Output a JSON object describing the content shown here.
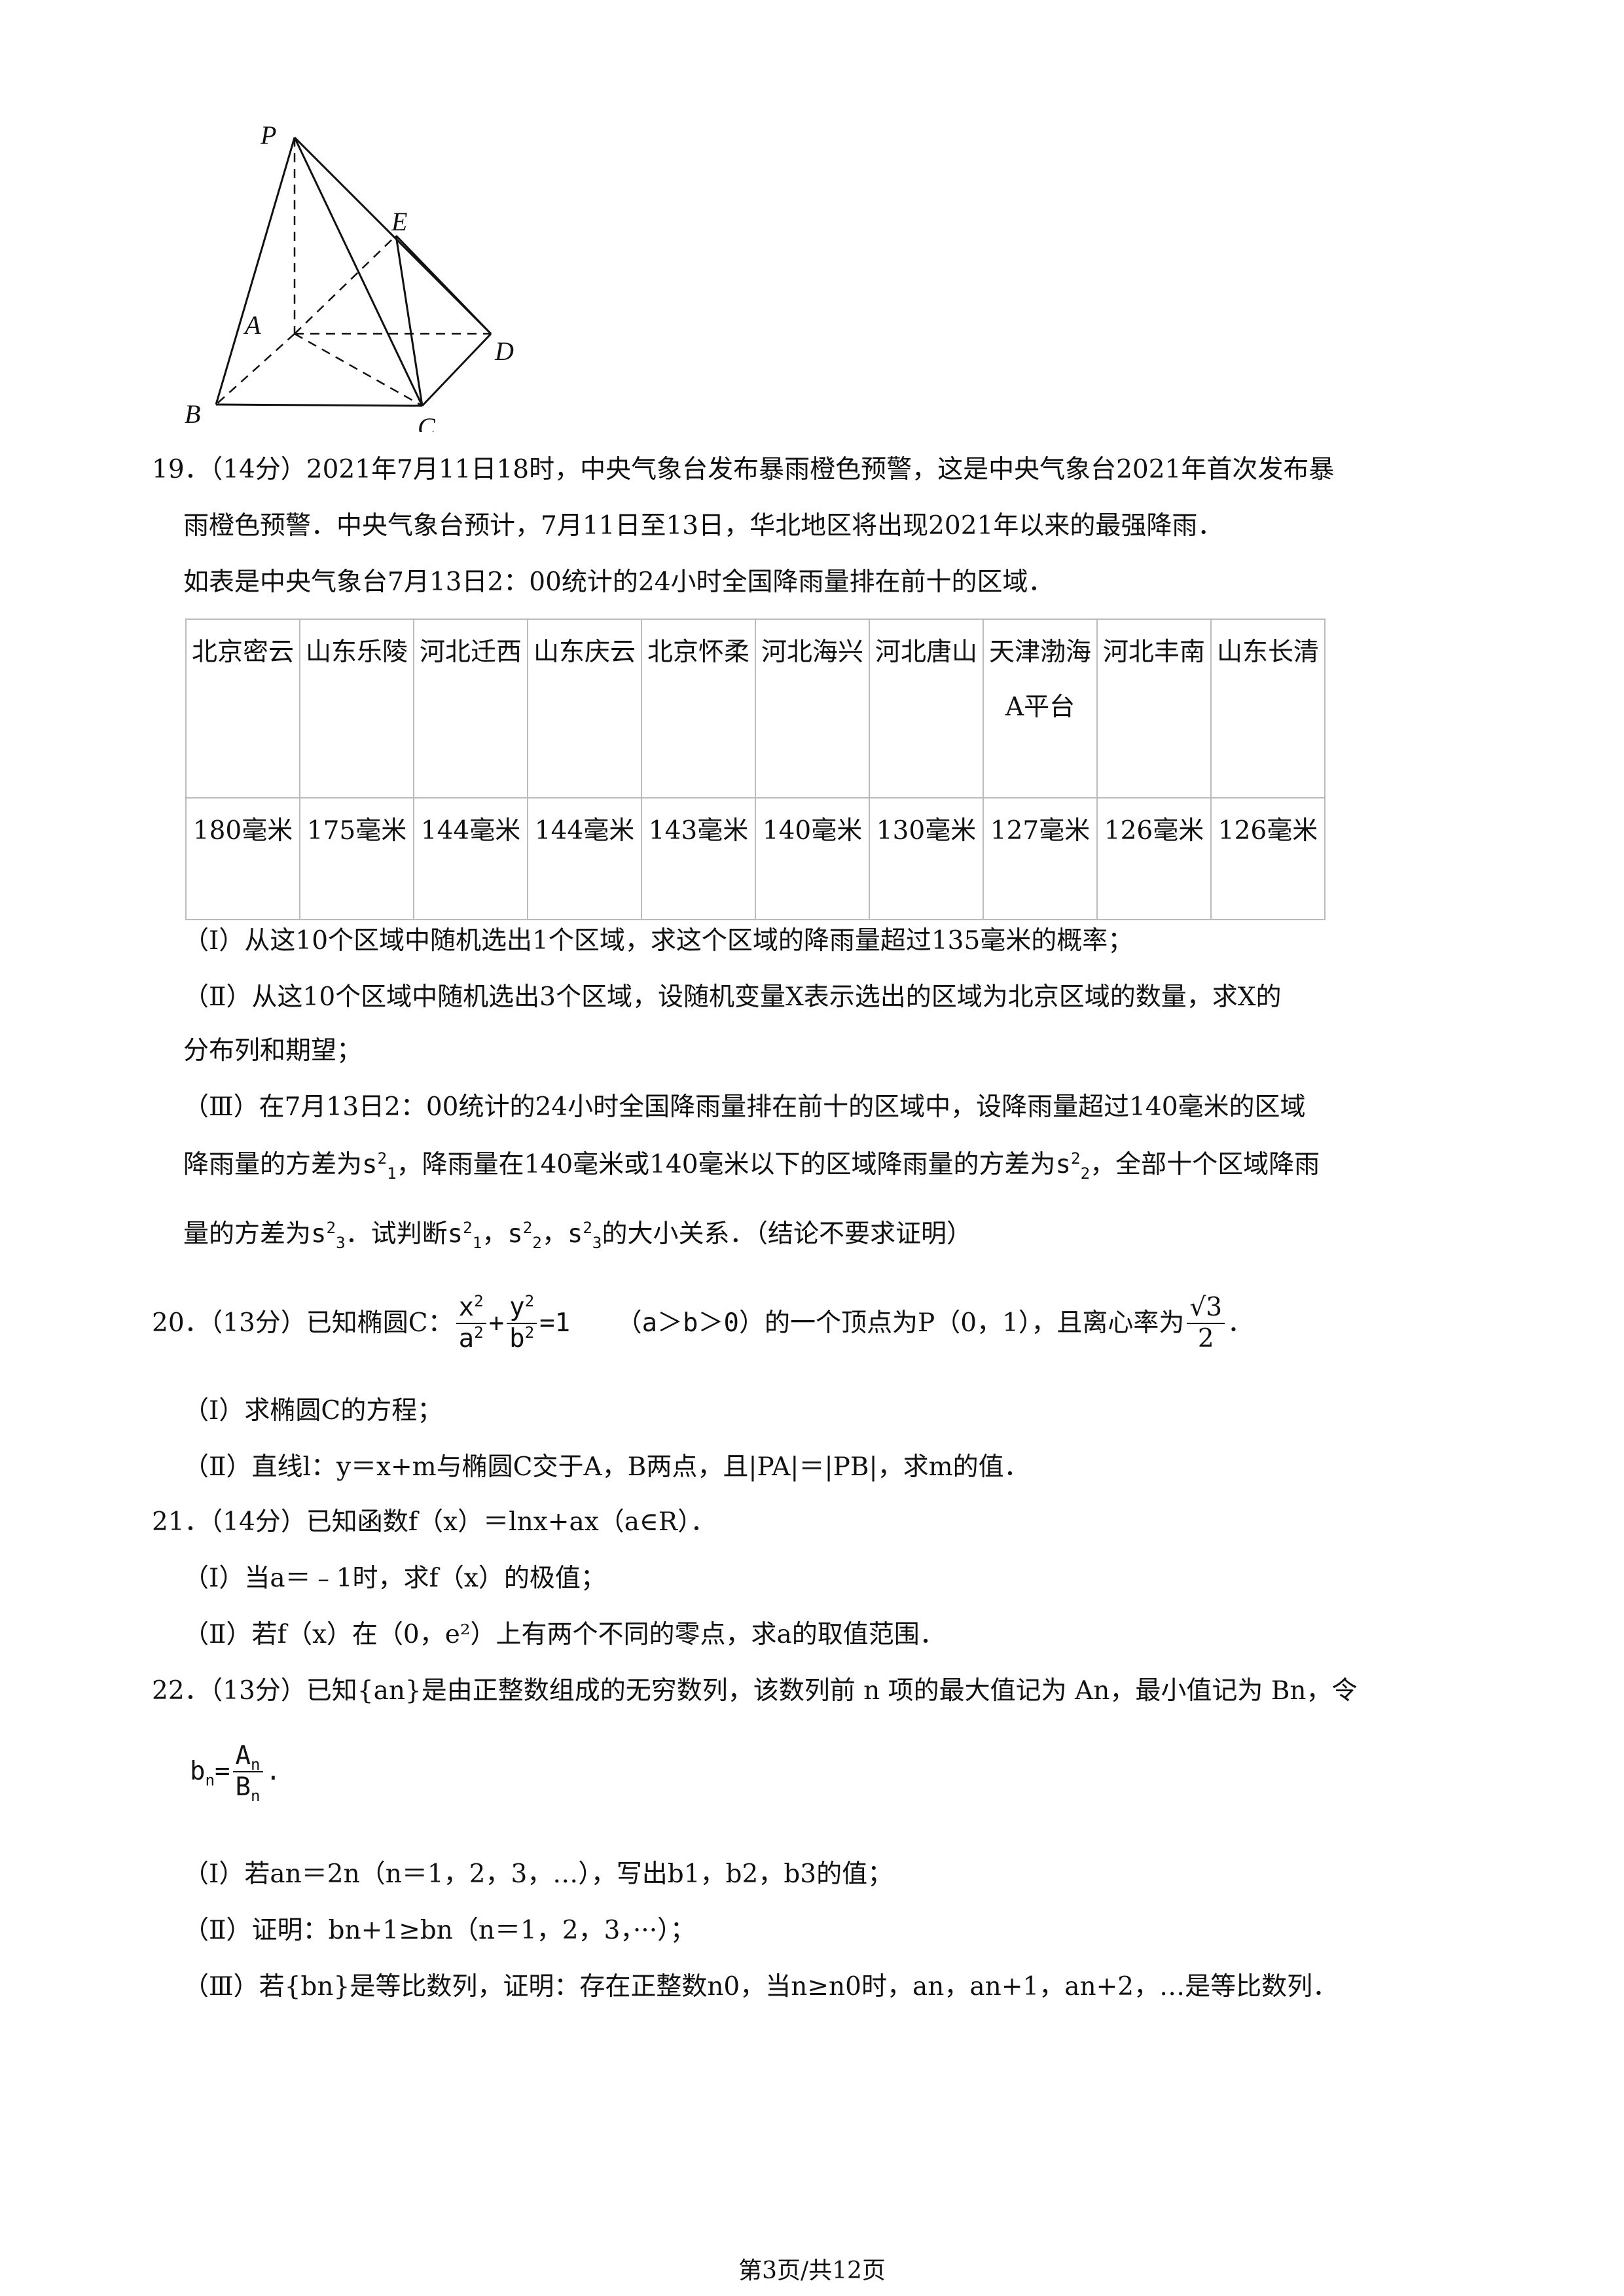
{
  "figure": {
    "labels": {
      "P": "P",
      "A": "A",
      "B": "B",
      "C": "C",
      "D": "D",
      "E": "E"
    }
  },
  "q19": {
    "line1": "19．（14分）2021年7月11日18时，中央气象台发布暴雨橙色预警，这是中央气象台2021年首次发布暴",
    "line2": "雨橙色预警．中央气象台预计，7月11日至13日，华北地区将出现2021年以来的最强降雨．",
    "line3": "如表是中央气象台7月13日2：00统计的24小时全国降雨量排在前十的区域．",
    "regions": [
      "北京密云",
      "山东乐陵",
      "河北迁西",
      "山东庆云",
      "北京怀柔",
      "河北海兴",
      "河北唐山",
      "天津渤海A平台",
      "河北丰南",
      "山东长清"
    ],
    "amounts": [
      "180毫米",
      "175毫米",
      "144毫米",
      "144毫米",
      "143毫米",
      "140毫米",
      "130毫米",
      "127毫米",
      "126毫米",
      "126毫米"
    ],
    "p1": "（Ⅰ）从这10个区域中随机选出1个区域，求这个区域的降雨量超过135毫米的概率；",
    "p2a": "（Ⅱ）从这10个区域中随机选出3个区域，设随机变量X表示选出的区域为北京区域的数量，求X的",
    "p2b": "分布列和期望；",
    "p3a": "（Ⅲ）在7月13日2：00统计的24小时全国降雨量排在前十的区域中，设降雨量超过140毫米的区域",
    "p3b_1": "降雨量的方差为",
    "p3b_2": "，降雨量在140毫米或140毫米以下的区域降雨量的方差为",
    "p3b_3": "，全部十个区域降雨",
    "p3c_1": "量的方差为",
    "p3c_2": "．试判断",
    "p3c_3": "的大小关系．（结论不要求证明）"
  },
  "q20": {
    "lead": "20．（13分）已知椭圆C：",
    "cond": "（a＞b＞0）",
    "mid": "的一个顶点为P（0，1），且离心率为",
    "end": "．",
    "p1": "（Ⅰ）求椭圆C的方程；",
    "p2": "（Ⅱ）直线l：y＝x+m与椭圆C交于A，B两点，且|PA|＝|PB|，求m的值．"
  },
  "q21": {
    "lead": "21．（14分）已知函数f（x）＝lnx+ax（a∈R）．",
    "p1": "（Ⅰ）当a＝﹣1时，求f（x）的极值；",
    "p2": "（Ⅱ）若f（x）在（0，e²）上有两个不同的零点，求a的取值范围．"
  },
  "q22": {
    "lead": "22．（13分）已知{an}是由正整数组成的无穷数列，该数列前 n 项的最大值记为 An，最小值记为 Bn，令",
    "p1": "（Ⅰ）若an＝2n（n＝1，2，3，…），写出b1，b2，b3的值；",
    "p2": "（Ⅱ）证明：bn+1≥bn（n＝1，2，3，···）；",
    "p3": "（Ⅲ）若{bn}是等比数列，证明：存在正整数n0，当n≥n0时，an，an+1，an+2，…是等比数列．"
  },
  "footer": {
    "page": "第3页/共12页"
  }
}
